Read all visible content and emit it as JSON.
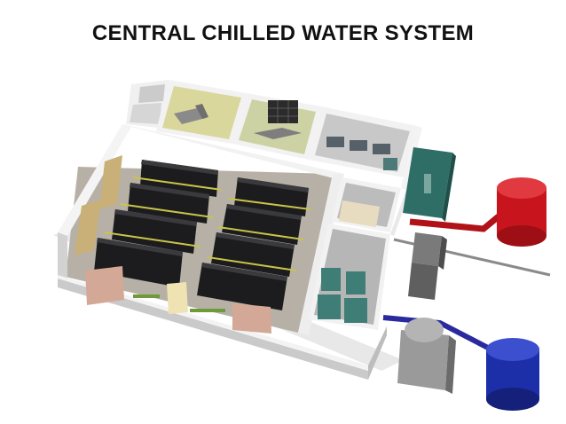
{
  "title": "CENTRAL CHILLED WATER SYSTEM",
  "colors": {
    "hot_water_tank": "#c8141c",
    "cold_water_tank": "#1d2fa8",
    "hot_pipe": "#b01218",
    "cold_pipe": "#2a2a9e",
    "server_rack": "#1c1c1e",
    "wall_top": "#f2f2f2",
    "wall_side": "#cfcfcf",
    "floor": "#b9b2a8",
    "chiller_room": "#2f6e66",
    "pump_room": "#4a8a80",
    "office_floor_1": "#d8d69a",
    "office_floor_2": "#c8cfa0"
  },
  "icons": [
    "server-rack",
    "water-tank",
    "chiller-unit",
    "pipe",
    "desk",
    "monitor-wall",
    "air-handler",
    "pump"
  ]
}
